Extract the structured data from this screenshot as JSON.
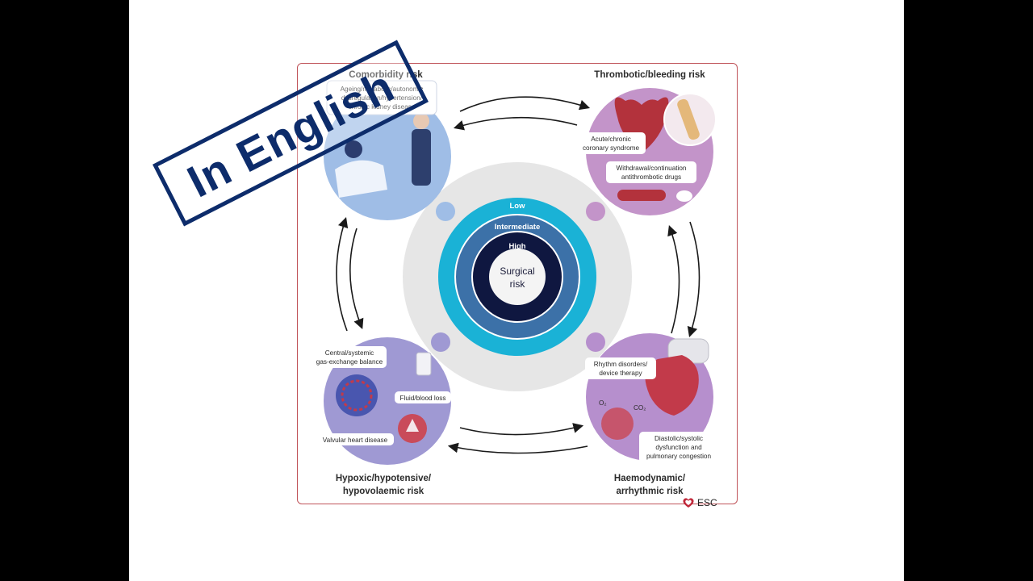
{
  "quadrants": {
    "comorbidity": {
      "title": "Comorbidity risk",
      "lines": [
        "Ageing/metabolic/autonomic",
        "dysregulation/hypertension/",
        "chronic kidney disease"
      ]
    },
    "thrombotic": {
      "title": "Thrombotic/bleeding risk",
      "labels": [
        [
          "Acute/chronic",
          "coronary syndrome"
        ],
        [
          "Withdrawal/continuation",
          "antithrombotic drugs"
        ]
      ]
    },
    "hypoxic": {
      "title": [
        "Hypoxic/hypotensive/",
        "hypovolaemic risk"
      ],
      "labels": [
        [
          "Central/systemic",
          "gas-exchange balance"
        ],
        [
          "Fluid/blood loss"
        ],
        [
          "Valvular heart disease"
        ]
      ]
    },
    "haemodynamic": {
      "title": [
        "Haemodynamic/",
        "arrhythmic risk"
      ],
      "labels": [
        [
          "Rhythm disorders/",
          "device therapy"
        ],
        [
          "Diastolic/systolic",
          "dysfunction and",
          "pulmonary congestion"
        ]
      ]
    }
  },
  "center": {
    "rings": [
      "Low",
      "Intermediate",
      "High"
    ],
    "core": [
      "Surgical",
      "risk"
    ]
  },
  "gas_labels": {
    "o2": "O₂",
    "co2": "CO₂"
  },
  "stamp": "In English",
  "logo": "ESC",
  "colors": {
    "frame": "#c0545a",
    "low_ring": "#1ab2d6",
    "intermediate_ring": "#3c71a8",
    "high_ring": "#0f1740",
    "comorbidity_bg": "#9fbde6",
    "thrombotic_bg": "#c394c9",
    "hypoxic_bg": "#9f99d3",
    "haemodynamic_bg": "#b68fcd",
    "stamp": "#0d2c6b"
  }
}
